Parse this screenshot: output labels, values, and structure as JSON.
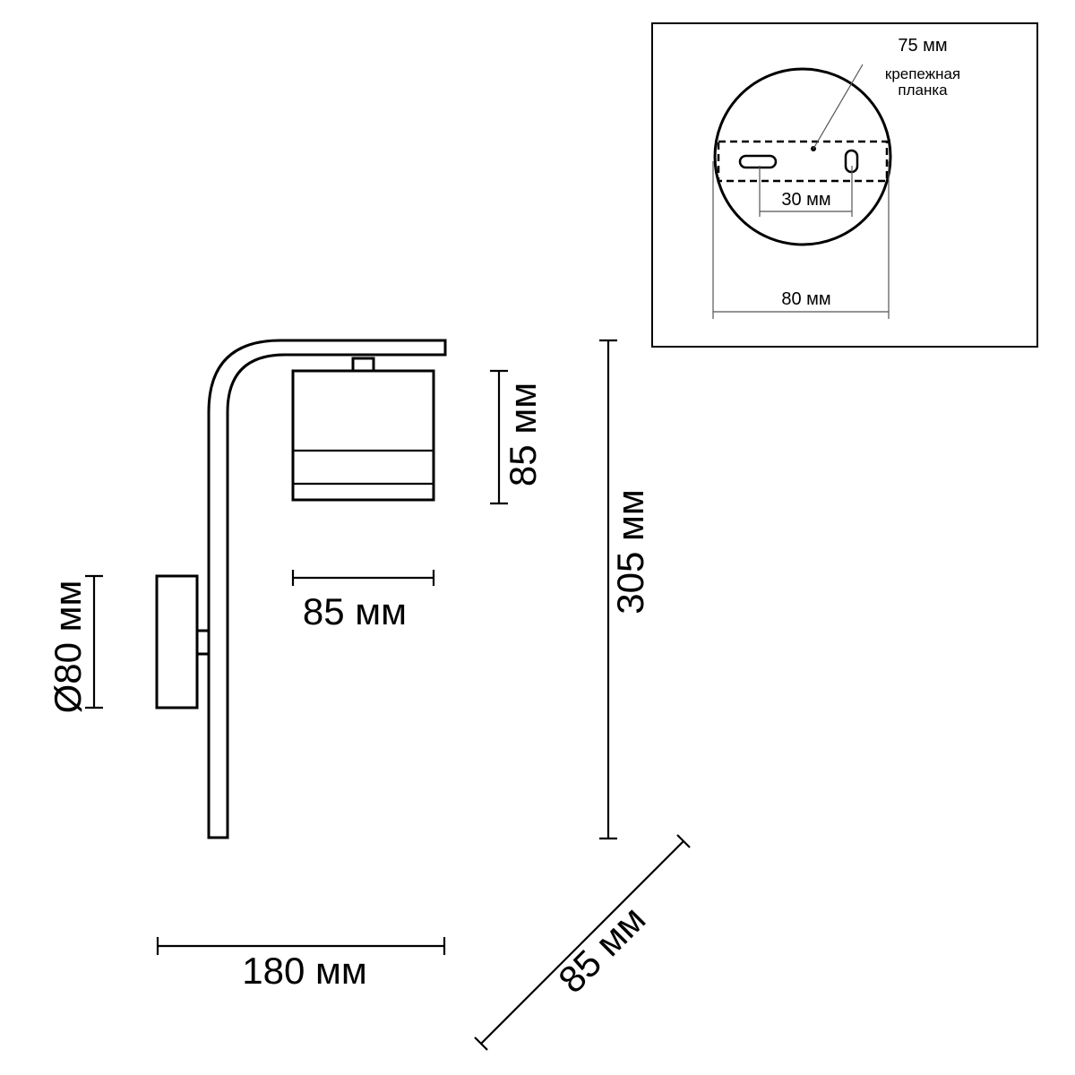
{
  "dimensions": {
    "total_width": "180 мм",
    "total_height": "305 мм",
    "depth": "85 мм",
    "shade_width": "85 мм",
    "shade_height": "85 мм",
    "base_diameter": "Ø80 мм"
  },
  "mount_detail": {
    "plate_length": "75 мм",
    "plate_label_line1": "крепежная",
    "plate_label_line2": "планка",
    "hole_spacing": "30 мм",
    "base_diameter": "80 мм"
  }
}
